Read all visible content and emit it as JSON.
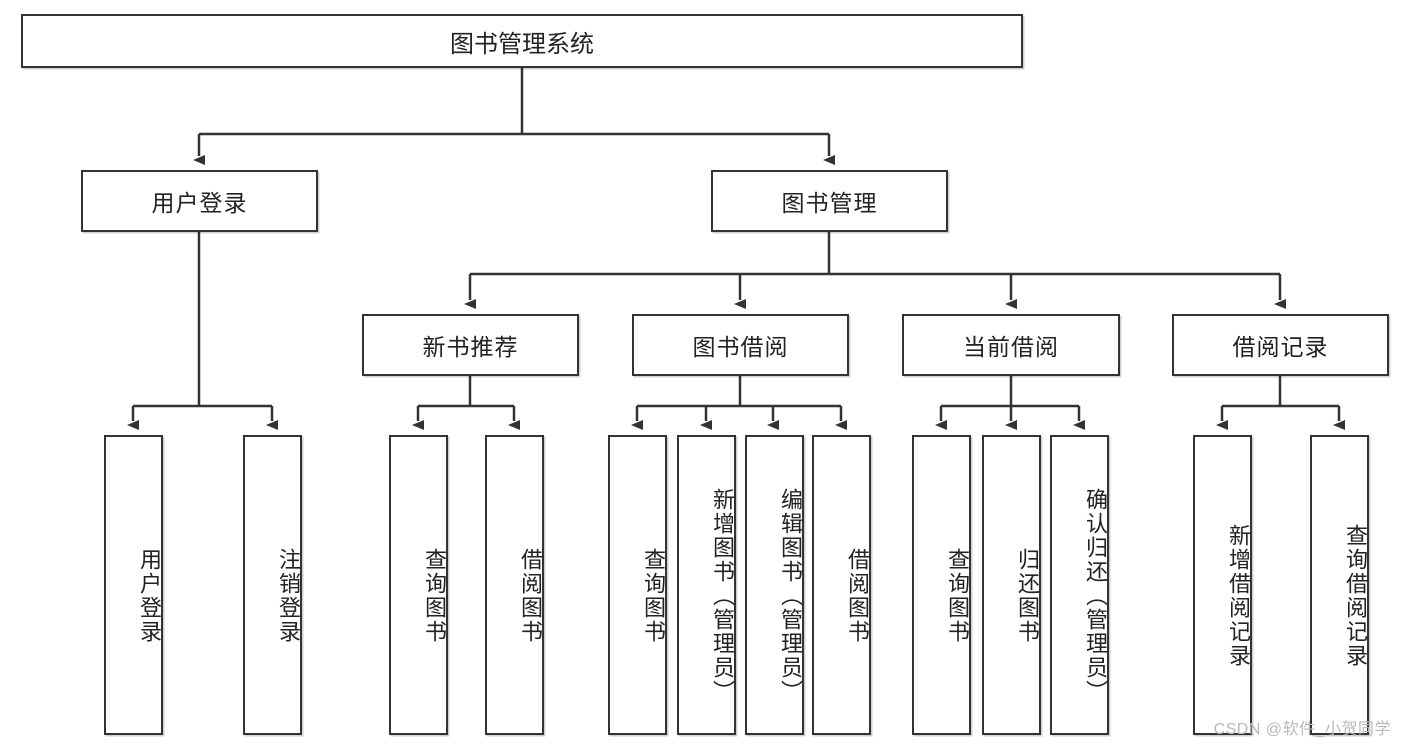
{
  "diagram": {
    "title": "图书管理系统",
    "type": "tree",
    "watermark": "CSDN @软件_小贺同学",
    "colors": {
      "box_border": "#333333",
      "box_fill": "#ffffff",
      "line": "#333333",
      "text": "#222222",
      "watermark": "#b9b9b9"
    },
    "root": {
      "label": "图书管理系统"
    },
    "level2": [
      {
        "label": "用户登录"
      },
      {
        "label": "图书管理"
      }
    ],
    "level3": [
      {
        "label": "新书推荐"
      },
      {
        "label": "图书借阅"
      },
      {
        "label": "当前借阅"
      },
      {
        "label": "借阅记录"
      }
    ],
    "leaves": {
      "user_login": [
        {
          "label": "用户登录"
        },
        {
          "label": "注销登录"
        }
      ],
      "new_book": [
        {
          "label": "查询图书"
        },
        {
          "label": "借阅图书"
        }
      ],
      "book_borrow": [
        {
          "label": "查询图书"
        },
        {
          "label": "新增图书（管理员）"
        },
        {
          "label": "编辑图书（管理员）"
        },
        {
          "label": "借阅图书"
        }
      ],
      "current_borrow": [
        {
          "label": "查询图书"
        },
        {
          "label": "归还图书"
        },
        {
          "label": "确认归还（管理员）"
        }
      ],
      "borrow_record": [
        {
          "label": "新增借阅记录"
        },
        {
          "label": "查询借阅记录"
        }
      ]
    }
  }
}
